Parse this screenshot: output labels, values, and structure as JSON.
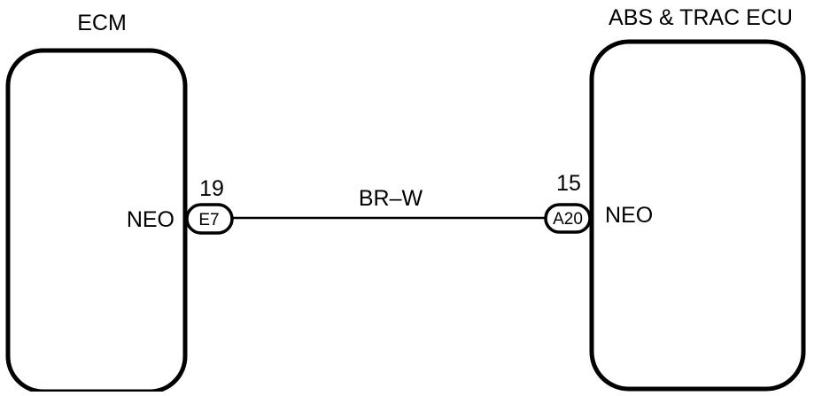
{
  "left_unit": {
    "title": "ECM",
    "signal": "NEO",
    "pin": "19",
    "connector": "E7"
  },
  "right_unit": {
    "title": "ABS & TRAC ECU",
    "signal": "NEO",
    "pin": "15",
    "connector": "A20"
  },
  "wire": {
    "color_code": "BR–W"
  },
  "colors": {
    "line": "#000000",
    "background": "#ffffff"
  }
}
